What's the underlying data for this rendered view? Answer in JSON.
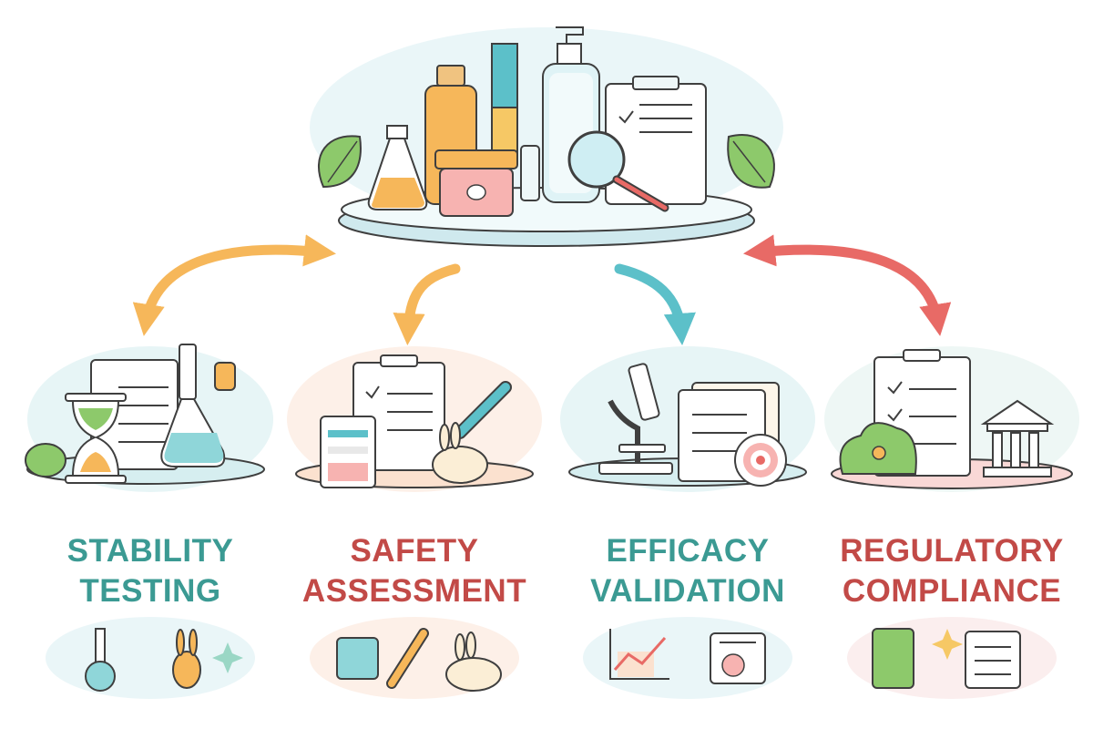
{
  "colors": {
    "teal": "#3b9a93",
    "red": "#c24a47",
    "orange": "#f6b75a",
    "cyan": "#5cc0c9",
    "coral": "#e86a66"
  },
  "categories": [
    {
      "line1": "STABILITY",
      "line2": "TESTING",
      "color": "#3b9a93"
    },
    {
      "line1": "SAFETY",
      "line2": "ASSESSMENT",
      "color": "#c24a47"
    },
    {
      "line1": "EFFICACY",
      "line2": "VALIDATION",
      "color": "#3b9a93"
    },
    {
      "line1": "REGULATORY",
      "line2": "COMPLIANCE",
      "color": "#c24a47"
    }
  ]
}
